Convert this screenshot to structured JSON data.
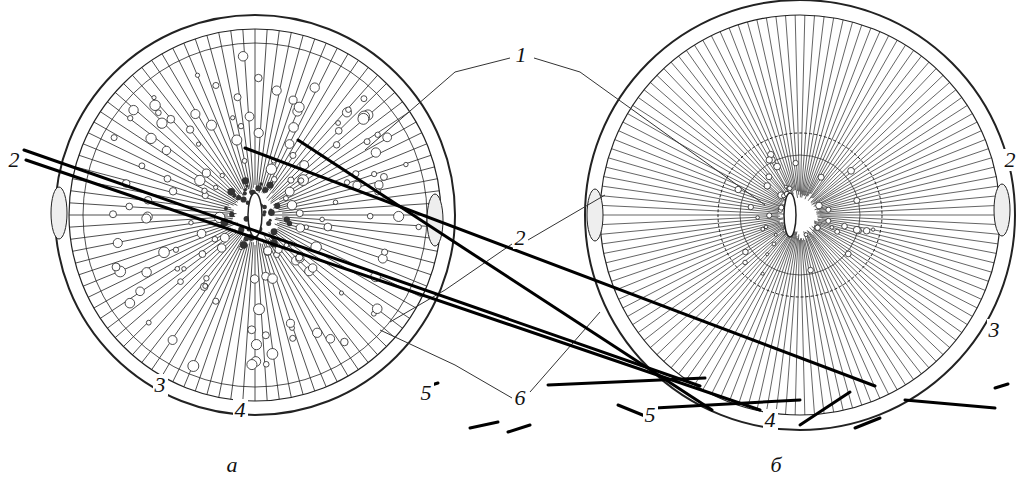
{
  "diagram": {
    "labels": [
      "1",
      "2",
      "2",
      "2",
      "3",
      "3",
      "6",
      "4",
      "5",
      "5",
      "4",
      "а",
      "б"
    ]
  }
}
